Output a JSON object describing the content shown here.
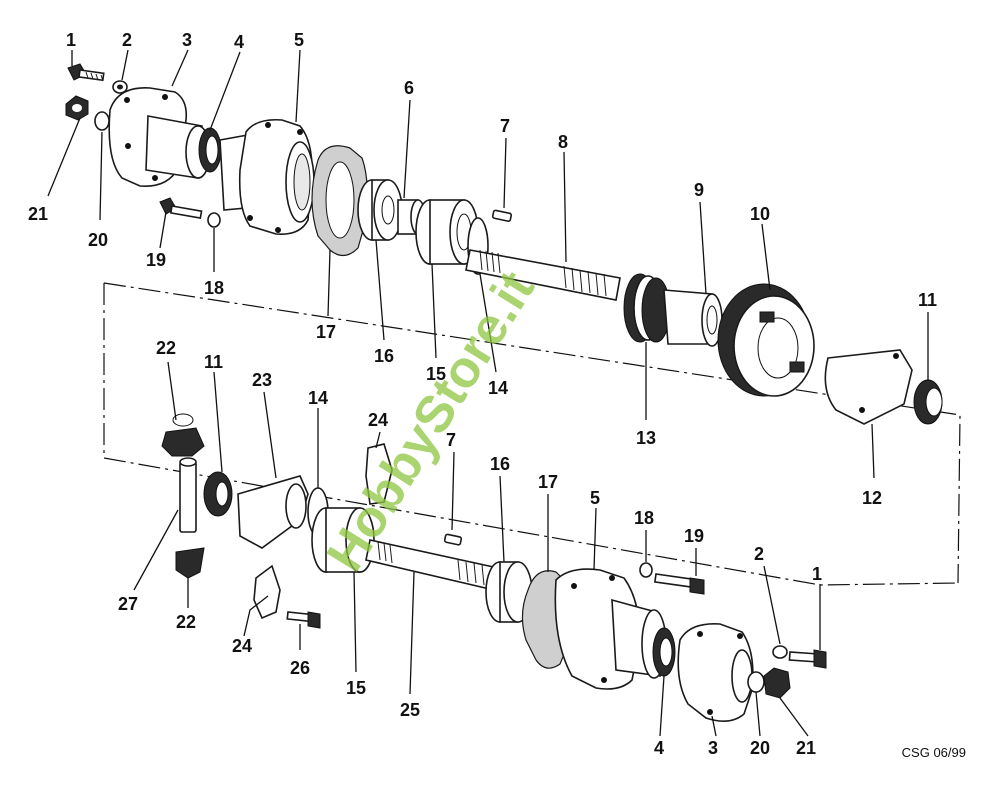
{
  "watermark": "HobbyStore.it",
  "drawing_code": "CSG 06/99",
  "colors": {
    "watermark": "#8dc63f",
    "ink": "#111111"
  },
  "labels": {
    "top": [
      "1",
      "2",
      "3",
      "4",
      "5",
      "6",
      "7",
      "8",
      "9",
      "10",
      "11",
      "21",
      "20",
      "19",
      "18",
      "17",
      "16",
      "15",
      "14",
      "13",
      "12"
    ],
    "bottom": [
      "22",
      "11",
      "23",
      "14",
      "24",
      "7",
      "16",
      "17",
      "5",
      "18",
      "19",
      "2",
      "1",
      "27",
      "22",
      "24",
      "26",
      "15",
      "25",
      "4",
      "3",
      "20",
      "21"
    ]
  }
}
